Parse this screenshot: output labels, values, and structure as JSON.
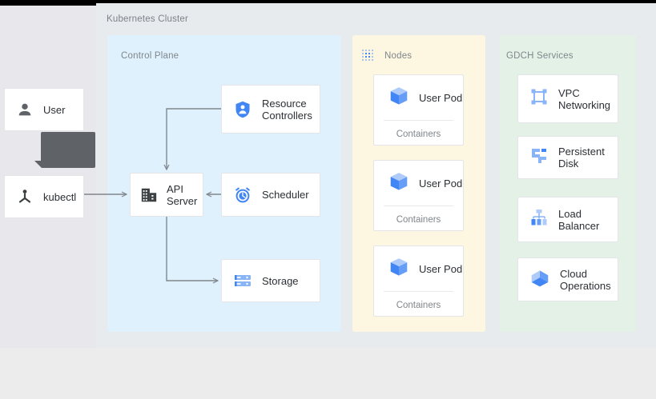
{
  "cluster": {
    "title": "Kubernetes Cluster"
  },
  "panels": {
    "control_plane": {
      "label": "Control Plane",
      "color": "#dff1fd"
    },
    "nodes": {
      "label": "Nodes",
      "color": "#fdf6e0",
      "icon": "dotted-grid-icon"
    },
    "gdch": {
      "label": "GDCH Services",
      "color": "#e3f1e7"
    }
  },
  "actors": [
    {
      "label": "User",
      "icon": "person-icon"
    },
    {
      "label": "kubectl",
      "icon": "kubectl-icon"
    }
  ],
  "tooltip": {
    "text": "",
    "color": "#5f6368"
  },
  "control_plane_components": [
    {
      "label": "Resource Controllers",
      "icon": "shield-person-icon"
    },
    {
      "label": "API Server",
      "icon": "building-icon"
    },
    {
      "label": "Scheduler",
      "icon": "alarm-clock-icon"
    },
    {
      "label": "Storage",
      "icon": "server-rack-icon"
    }
  ],
  "pods": [
    {
      "label": "User Pod",
      "icon": "cube-icon",
      "footer": "Containers"
    },
    {
      "label": "User Pod",
      "icon": "cube-icon",
      "footer": "Containers"
    },
    {
      "label": "User Pod",
      "icon": "cube-icon",
      "footer": "Containers"
    }
  ],
  "gdch_services": [
    {
      "label": "VPC Networking",
      "icon": "vpc-network-icon"
    },
    {
      "label": "Persistent Disk",
      "icon": "persistent-disk-icon"
    },
    {
      "label": "Load Balancer",
      "icon": "load-balancer-icon"
    },
    {
      "label": "Cloud Operations",
      "icon": "cloud-operations-icon"
    }
  ],
  "connections": [
    {
      "from": "kubectl",
      "to": "API Server"
    },
    {
      "from": "Resource Controllers",
      "to": "API Server"
    },
    {
      "from": "Scheduler",
      "to": "API Server"
    },
    {
      "from": "API Server",
      "to": "Storage"
    }
  ],
  "colors": {
    "accent_blue": "#4285f4",
    "light_blue": "#8ab4f8",
    "dark_gray": "#5f6368",
    "arrow": "#80868b",
    "canvas": "#ececec"
  }
}
